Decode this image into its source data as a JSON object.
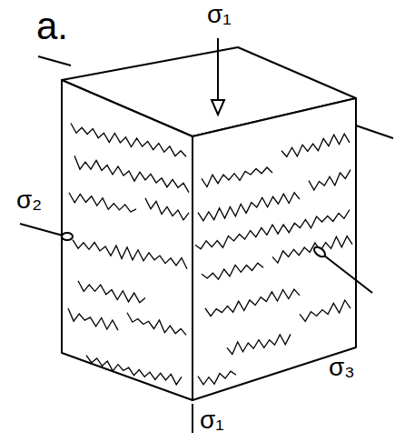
{
  "diagram": {
    "labels": [
      "a.",
      "σ₁",
      "σ₂",
      "σ₃",
      "σ₁"
    ]
  }
}
